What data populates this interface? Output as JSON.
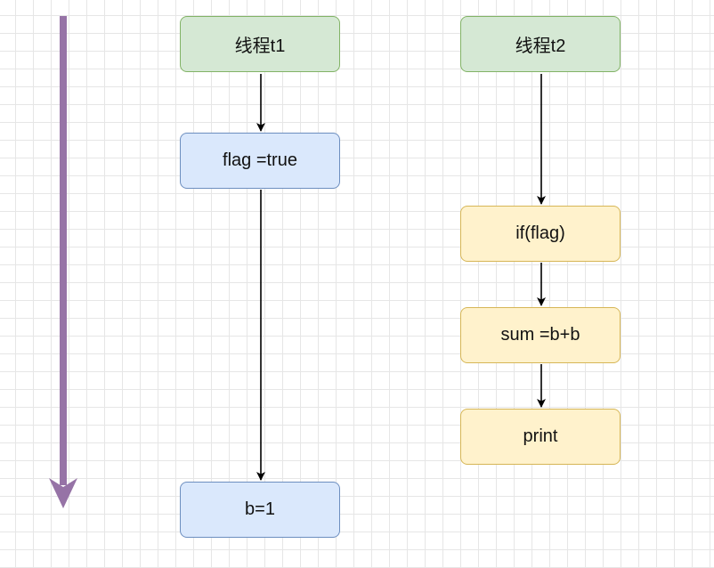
{
  "thread1": {
    "title": "线程t1",
    "step1": "flag =true",
    "step2": "b=1"
  },
  "thread2": {
    "title": "线程t2",
    "step1": "if(flag)",
    "step2": "sum =b+b",
    "step3": "print"
  },
  "colors": {
    "header_fill": "#d5e8d4",
    "header_stroke": "#82b366",
    "t1_fill": "#dae8fc",
    "t1_stroke": "#6c8ebf",
    "t2_fill": "#fff2cc",
    "t2_stroke": "#d6b656",
    "time_arrow": "#9673a6"
  }
}
